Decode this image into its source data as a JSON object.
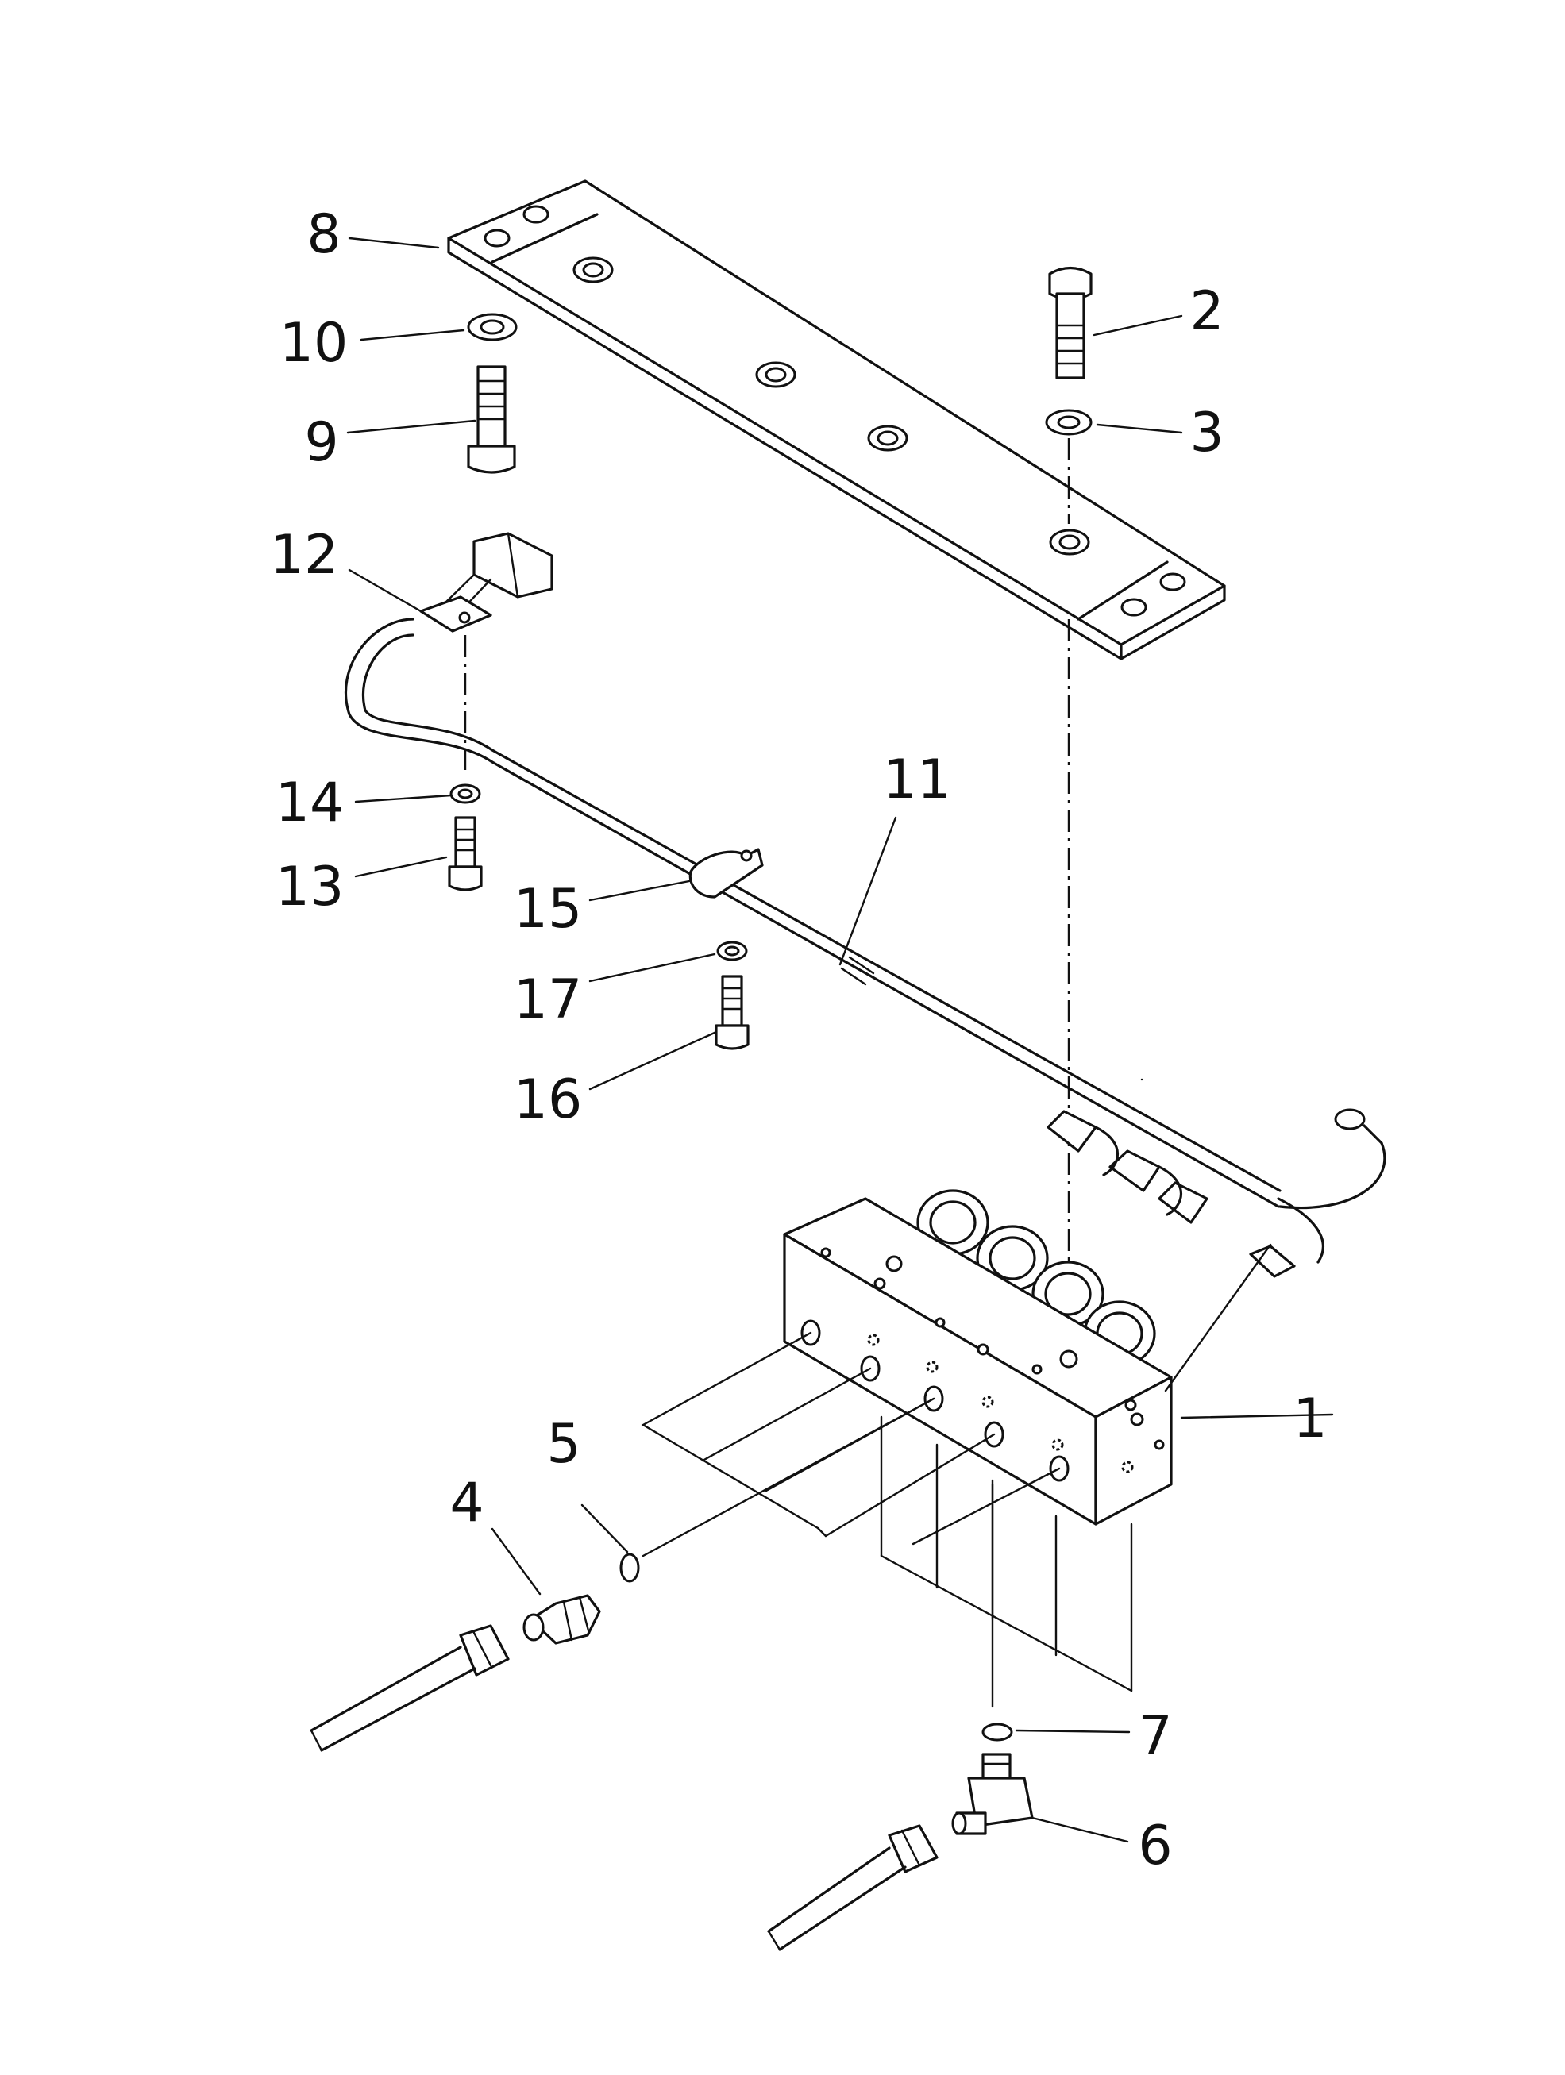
{
  "callouts": [
    {
      "id": "1",
      "text": "1"
    },
    {
      "id": "2",
      "text": "2"
    },
    {
      "id": "3",
      "text": "3"
    },
    {
      "id": "4",
      "text": "4"
    },
    {
      "id": "5",
      "text": "5"
    },
    {
      "id": "6",
      "text": "6"
    },
    {
      "id": "7",
      "text": "7"
    },
    {
      "id": "8",
      "text": "8"
    },
    {
      "id": "9",
      "text": "9"
    },
    {
      "id": "10",
      "text": "10"
    },
    {
      "id": "11",
      "text": "11"
    },
    {
      "id": "12",
      "text": "12"
    },
    {
      "id": "13",
      "text": "13"
    },
    {
      "id": "14",
      "text": "14"
    },
    {
      "id": "15",
      "text": "15"
    },
    {
      "id": "16",
      "text": "16"
    },
    {
      "id": "17",
      "text": "17"
    }
  ],
  "parts": [
    {
      "id": "1",
      "name": "valve-block"
    },
    {
      "id": "2",
      "name": "bolt"
    },
    {
      "id": "3",
      "name": "washer"
    },
    {
      "id": "4",
      "name": "fitting"
    },
    {
      "id": "5",
      "name": "o-ring"
    },
    {
      "id": "6",
      "name": "elbow-fitting"
    },
    {
      "id": "7",
      "name": "o-ring"
    },
    {
      "id": "8",
      "name": "mounting-plate"
    },
    {
      "id": "9",
      "name": "bolt"
    },
    {
      "id": "10",
      "name": "washer"
    },
    {
      "id": "11",
      "name": "wiring-harness"
    },
    {
      "id": "12",
      "name": "connector"
    },
    {
      "id": "13",
      "name": "bolt"
    },
    {
      "id": "14",
      "name": "washer"
    },
    {
      "id": "15",
      "name": "clamp"
    },
    {
      "id": "16",
      "name": "bolt"
    },
    {
      "id": "17",
      "name": "washer"
    }
  ]
}
